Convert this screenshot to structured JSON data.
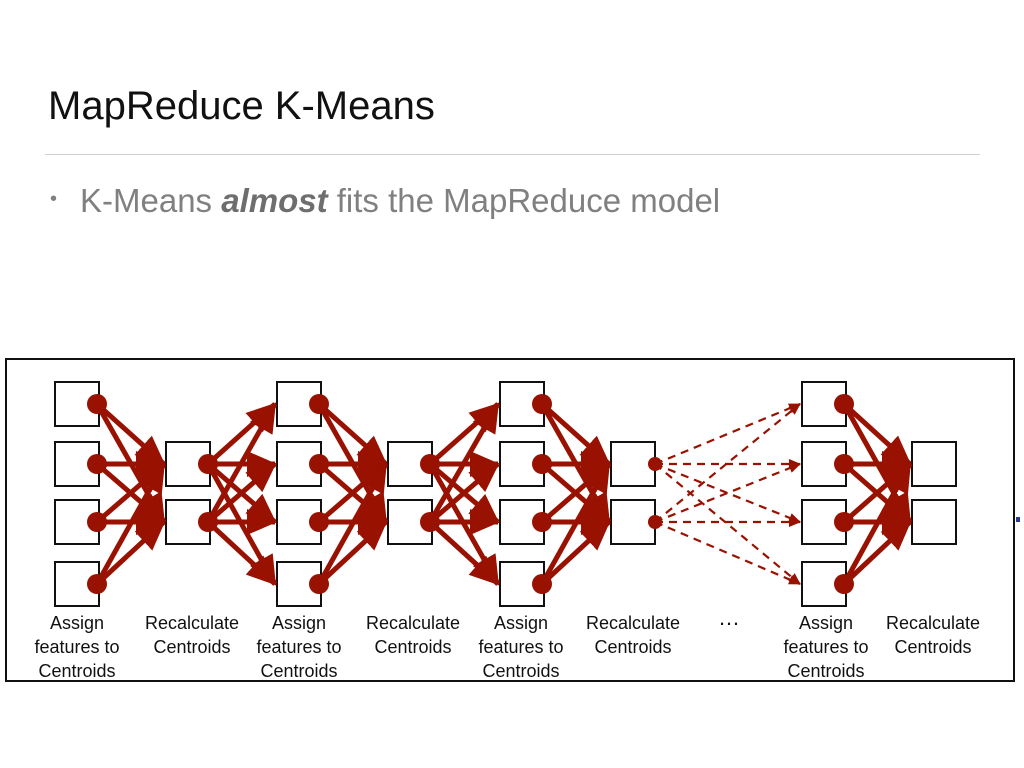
{
  "slide": {
    "title": "MapReduce K-Means",
    "bullet": {
      "marker": "•",
      "before": "K-Means ",
      "emphasis": "almost",
      "after": " fits the MapReduce model"
    }
  },
  "diagram": {
    "stages": [
      {
        "label": "Assign\nfeatures to\nCentroids"
      },
      {
        "label": "Recalculate\nCentroids"
      },
      {
        "label": "Assign\nfeatures to\nCentroids"
      },
      {
        "label": "Recalculate\nCentroids"
      },
      {
        "label": "Assign\nfeatures to\nCentroids"
      },
      {
        "label": "Recalculate\nCentroids"
      },
      {
        "label": "…"
      },
      {
        "label": "Assign\nfeatures to\nCentroids"
      },
      {
        "label": "Recalculate\nCentroids"
      }
    ],
    "colors": {
      "arrow": "#991100",
      "box_stroke": "#111111",
      "text": "#111111"
    }
  }
}
